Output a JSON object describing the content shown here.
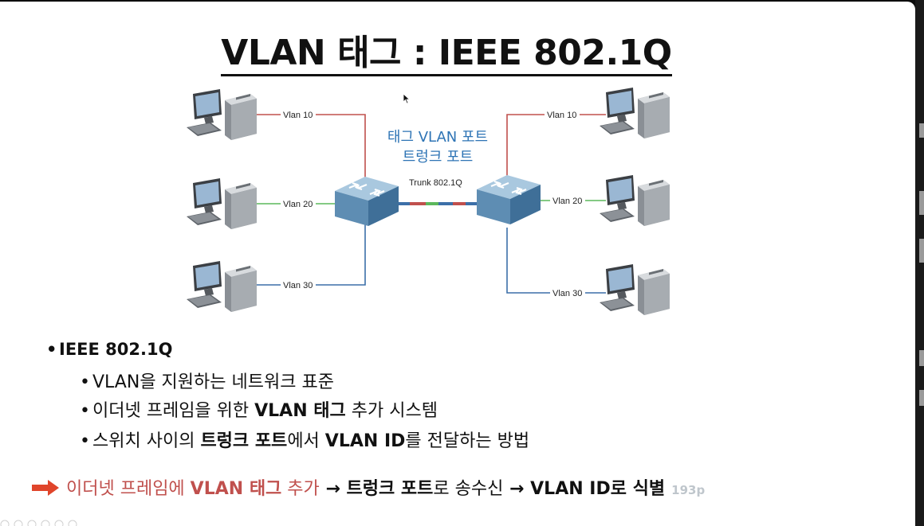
{
  "title": "VLAN 태그 : IEEE 802.1Q",
  "diagram": {
    "tag_label_line1": "태그 VLAN 포트",
    "tag_label_line2": "트렁크 포트",
    "trunk_label": "Trunk 802.1Q",
    "left_links": [
      "Vlan 10",
      "Vlan 20",
      "Vlan 30"
    ],
    "right_links": [
      "Vlan 10",
      "Vlan 20",
      "Vlan 30"
    ],
    "colors": {
      "vlan10": "#c0504d",
      "vlan20": "#5cb85c",
      "vlan30": "#3c6fa8",
      "switch": "#4a7fa8"
    }
  },
  "bullets": {
    "main": "IEEE 802.1Q",
    "sub1": "VLAN을 지원하는 네트워크 표준",
    "sub2_a": "이더넷 프레임을 위한 ",
    "sub2_b": "VLAN 태그",
    "sub2_c": " 추가 시스템",
    "sub3_a": "스위치 사이의 ",
    "sub3_b": "트렁크 포트",
    "sub3_c": "에서 ",
    "sub3_d": "VLAN ID",
    "sub3_e": "를 전달하는 방법"
  },
  "summary": {
    "p1": "이더넷 프레임에 ",
    "p2": "VLAN 태그",
    "p3": " 추가",
    "p4": " → ",
    "p5": "트렁크 포트",
    "p6": "로 송수신",
    "p7": " → ",
    "p8": "VLAN ID로 식별",
    "page": "193p"
  }
}
